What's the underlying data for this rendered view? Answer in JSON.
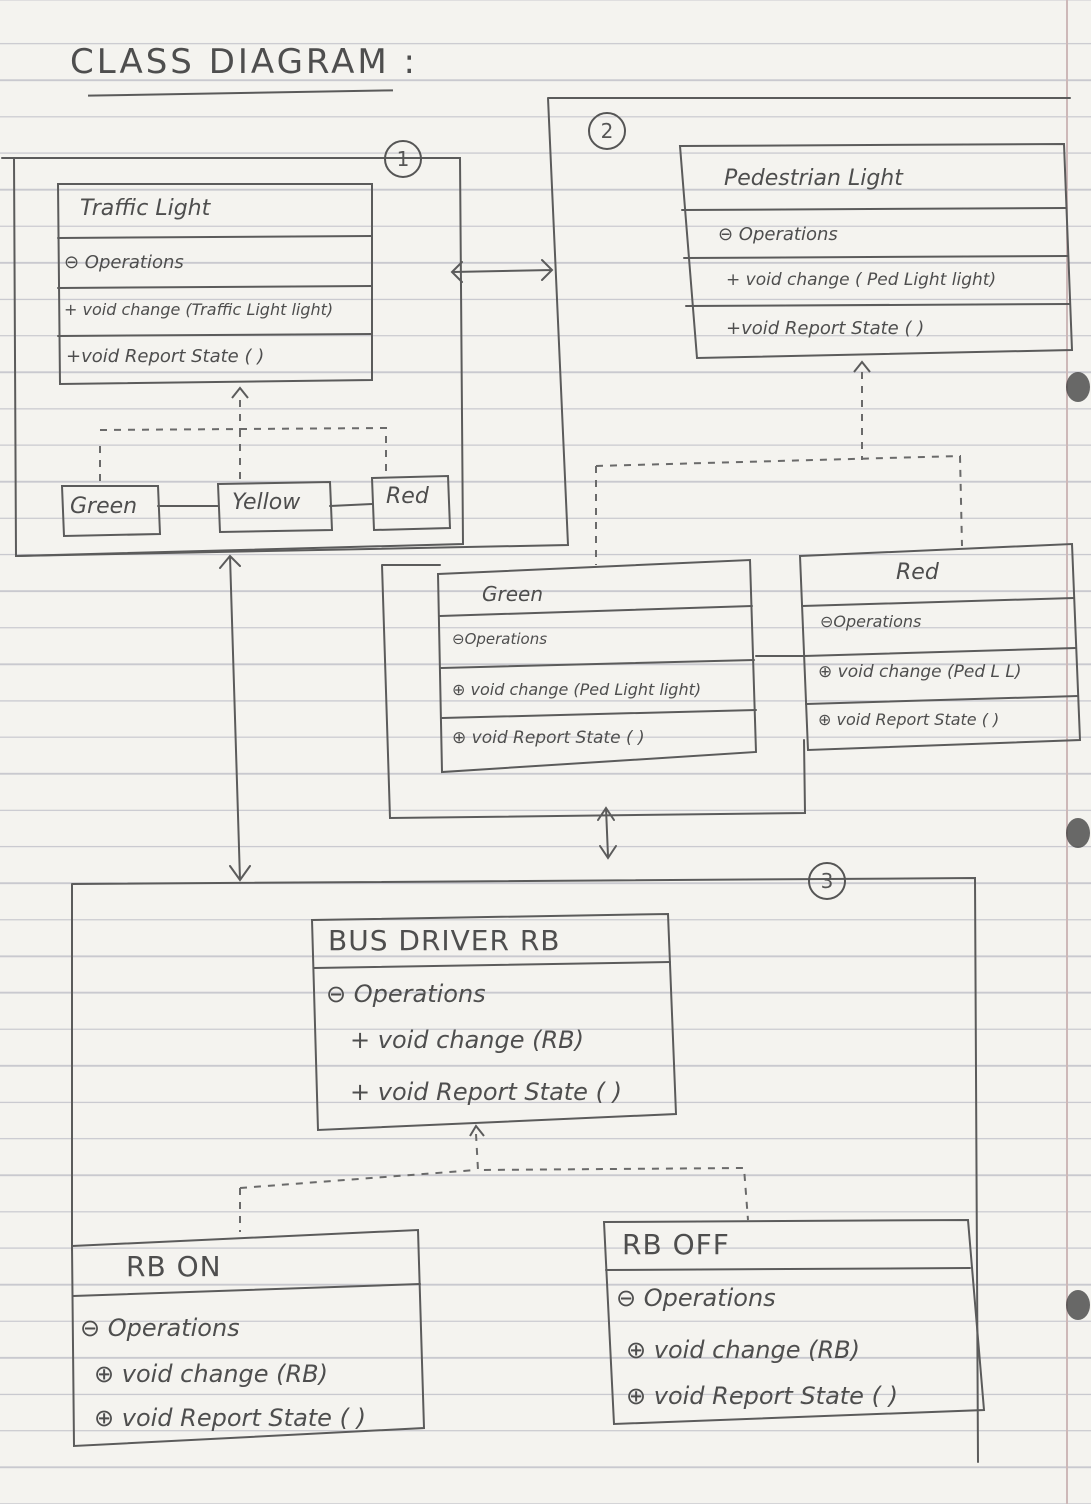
{
  "page_title": "CLASS DIAGRAM :",
  "groups": [
    {
      "id": "1",
      "label": "1"
    },
    {
      "id": "2",
      "label": "2"
    },
    {
      "id": "3",
      "label": "3"
    }
  ],
  "classes": {
    "traffic_light": {
      "name": "Traffic Light",
      "ops_header": "⊖ Operations",
      "ops": [
        "+ void change (Traffic Light light)",
        "+void Report State ( )"
      ]
    },
    "pedestrian_light": {
      "name": "Pedestrian Light",
      "ops_header": "⊖ Operations",
      "ops": [
        "+ void change ( Ped Light light)",
        "+void Report State ( )"
      ]
    },
    "ped_green": {
      "name": "Green",
      "ops_header": "⊖Operations",
      "ops": [
        "⊕ void change (Ped Light light)",
        "⊕ void Report State ( )"
      ]
    },
    "ped_red": {
      "name": "Red",
      "ops_header": "⊖Operations",
      "ops": [
        "⊕ void change (Ped L L)",
        "⊕ void Report State ( )"
      ]
    },
    "bus_driver_rb": {
      "name": "BUS DRIVER RB",
      "ops_header": "⊖ Operations",
      "ops": [
        "+ void change (RB)",
        "+ void Report State ( )"
      ]
    },
    "rb_on": {
      "name": "RB ON",
      "ops_header": "⊖ Operations",
      "ops": [
        "⊕ void change (RB)",
        "⊕ void Report State ( )"
      ]
    },
    "rb_off": {
      "name": "RB OFF",
      "ops_header": "⊖ Operations",
      "ops": [
        "⊕ void change (RB)",
        "⊕ void Report State ( )"
      ]
    }
  },
  "traffic_states": [
    "Green",
    "Yellow",
    "Red"
  ]
}
